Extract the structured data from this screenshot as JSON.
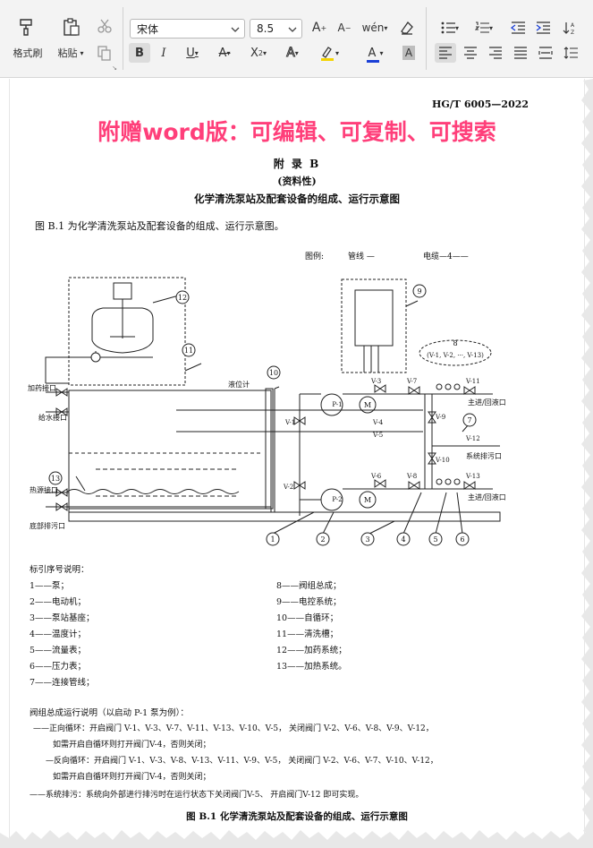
{
  "ribbon": {
    "format_painter": "格式刷",
    "paste": "粘贴",
    "font_name": "宋体",
    "font_size": "8.5"
  },
  "doc": {
    "code": "HG/T  6005—2022",
    "banner": "附赠word版：可编辑、可复制、可搜索",
    "appendix": "附  录  B",
    "informative": "(资料性)",
    "heading": "化学清洗泵站及配套设备的组成、运行示意图",
    "intro": "图 B.1  为化学清洗泵站及配套设备的组成、运行示意图。",
    "caption": "图 B.1  化学清洗泵站及配套设备的组成、运行示意图"
  },
  "diagram": {
    "legend_prefix": "图例:",
    "legend_pipe": "管线 —",
    "legend_cable": "电缆—4——",
    "labels": {
      "dosing_port": "加药接口",
      "water_port": "给水接口",
      "hot_steam": "热源接口",
      "bottom_drain": "底部排污口",
      "level_gauge": "液位计",
      "main_out_1": "主进/回液口",
      "main_out_2": "主进/回液口",
      "sys_drain": "系统排污口",
      "valve_group": "(V-1, V-2, ···, V-13)",
      "p1": "P-1",
      "p2": "P-2",
      "m": "M",
      "v1": "V-1",
      "v2": "V-2",
      "v3": "V-3",
      "v4": "V-4",
      "v5": "V-5",
      "v6": "V-6",
      "v7": "V-7",
      "v8": "V-8",
      "v9": "V-9",
      "v10": "V-10",
      "v11": "V-11",
      "v12": "V-12",
      "v13": "V-13"
    },
    "callouts": [
      "1",
      "2",
      "3",
      "4",
      "5",
      "6",
      "7",
      "8",
      "9",
      "10",
      "11",
      "12",
      "13"
    ]
  },
  "index": {
    "title": "标引序号说明：",
    "left": [
      "1——泵；",
      "2——电动机；",
      "3——泵站基座；",
      "4——温度计；",
      "5——流量表；",
      "6——压力表；",
      "7——连接管线；"
    ],
    "right": [
      "8——阀组总成；",
      "9——电控系统；",
      "10——自循环；",
      "11——清洗槽；",
      "12——加药系统；",
      "13——加热系统。"
    ]
  },
  "ops": {
    "title": "阀组总成运行说明（以启动 P-1 泵为例）：",
    "lines": [
      "——正向循环：开启阀门 V-1、V-3、V-7、V-11、V-13、V-10、V-5，    关闭阀门 V-2、V-6、V-8、V-9、V-12，",
      "如需开启自循环则打开阀门V-4，否则关闭；",
      "—反向循环：开启阀门 V-1、V-3、V-8、V-13、V-11、V-9、V-5，    关闭阀门 V-2、V-6、V-7、V-10、V-12，",
      "如需开启自循环则打开阀门V-4，否则关闭；",
      "——系统排污：系统向外部进行排污时在运行状态下关闭阀门V-5、 开启阀门V-12 即可实现。"
    ]
  },
  "colors": {
    "banner": "#ff3f7a",
    "accent": "#1a3fd6",
    "highlight": "#f4d400"
  }
}
